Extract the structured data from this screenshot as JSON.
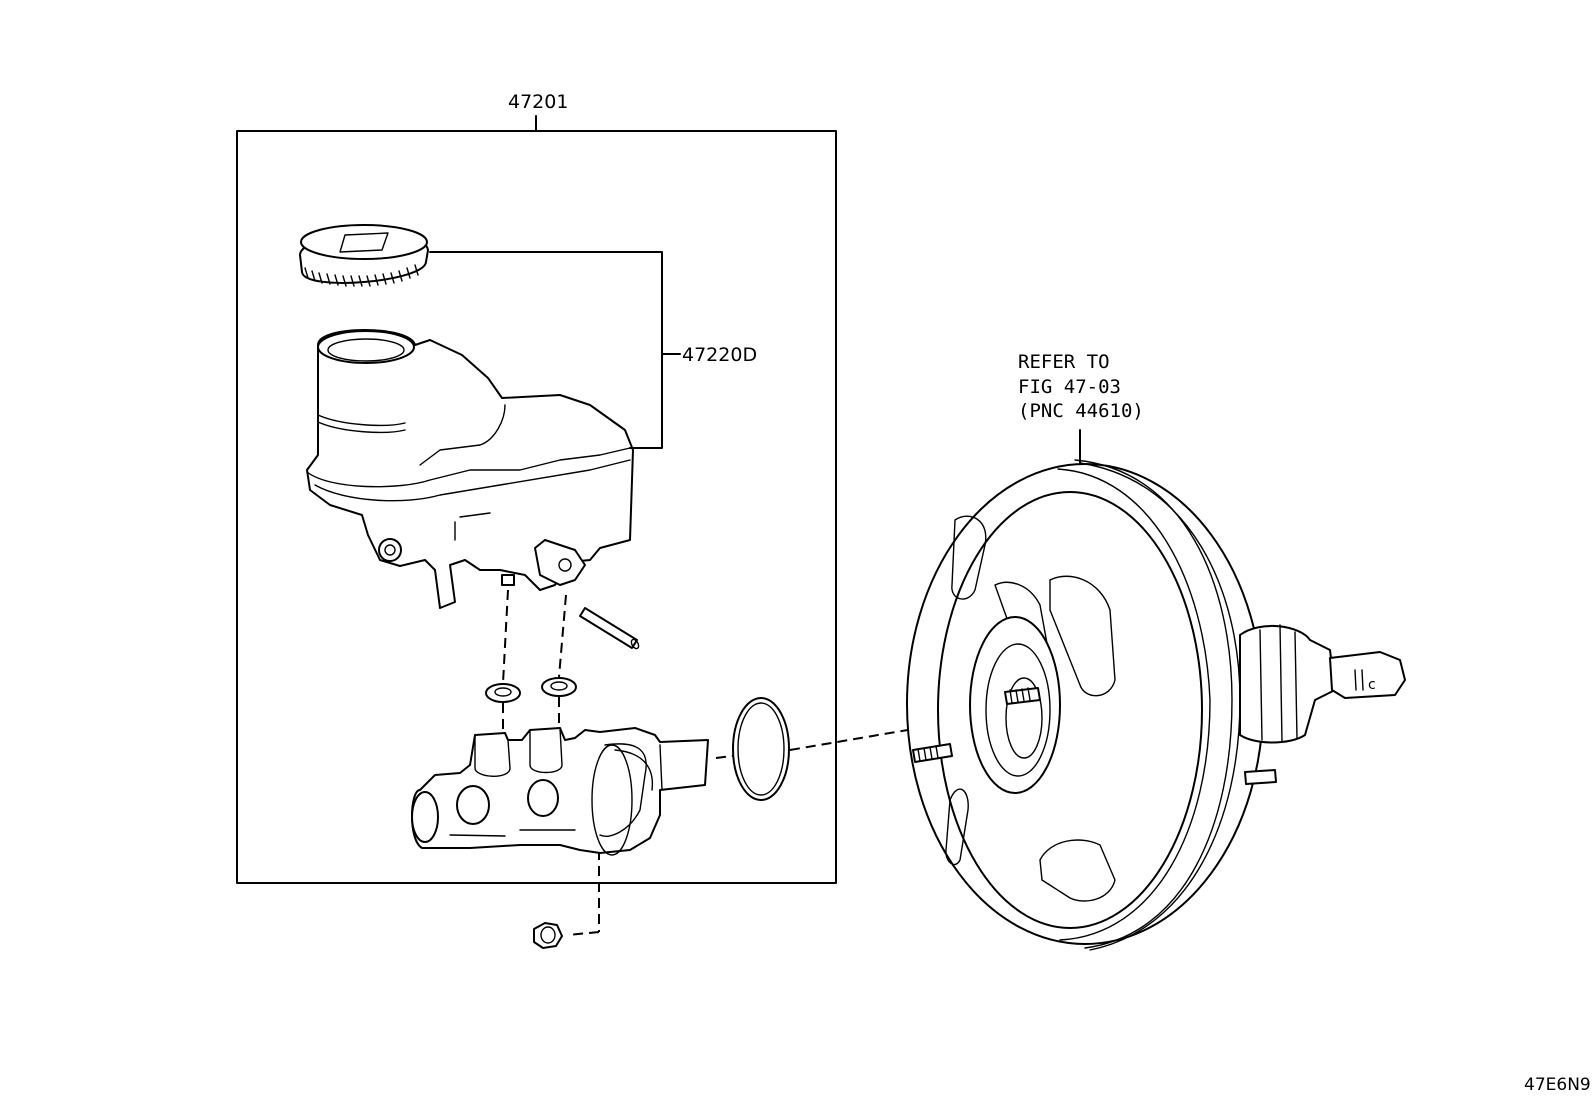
{
  "labels": {
    "assembly": "47201",
    "reservoir": "47220D",
    "refer_line1": "REFER TO",
    "refer_line2": "FIG 47-03",
    "refer_line3": "(PNC 44610)",
    "figure_code": "47E6N9"
  },
  "colors": {
    "line": "#000000",
    "background": "#ffffff"
  }
}
